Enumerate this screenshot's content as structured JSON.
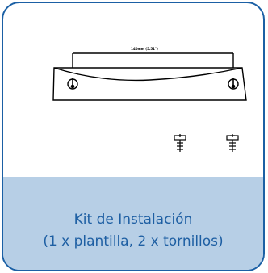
{
  "illustration": {
    "dimension_label": "140mm (5.51\")",
    "icons": [
      "wall-plate-template-icon",
      "screw-icon",
      "screw-icon"
    ]
  },
  "caption": {
    "line1": "Kit de Instalación",
    "line2": "(1 x plantilla, 2 x tornillos)"
  },
  "colors": {
    "border": "#1b60a5",
    "caption_bg": "#b7cfe6",
    "caption_text": "#1e5fa3"
  }
}
